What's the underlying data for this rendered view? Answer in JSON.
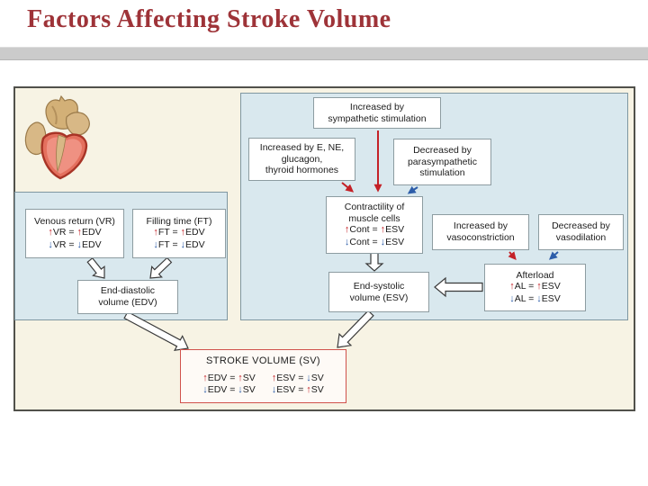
{
  "title": "Factors Affecting Stroke Volume",
  "colors": {
    "title_text": "#9e3338",
    "increase_arrow": "#c42127",
    "decrease_arrow": "#2d5da9",
    "panel_fill": "#d9e8ee",
    "figure_background": "#f7f3e4",
    "stroke_volume_border": "#d0524c"
  },
  "boxes": {
    "sympathetic": {
      "label": "Increased by\nsympathetic stimulation"
    },
    "hormones": {
      "label": "Increased by E, NE,\nglucagon,\nthyroid hormones"
    },
    "parasympathetic": {
      "label": "Decreased by\nparasympathetic\nstimulation"
    },
    "vasoconstriction": {
      "label": "Increased by\nvasoconstriction"
    },
    "vasodilation": {
      "label": "Decreased by\nvasodilation"
    },
    "contractility": {
      "title": "Contractility of\nmuscle cells",
      "rows": [
        {
          "a1": "up",
          "t1": "Cont = ",
          "a2": "up",
          "t2": "ESV"
        },
        {
          "a1": "down",
          "t1": "Cont = ",
          "a2": "down",
          "t2": "ESV"
        }
      ]
    },
    "venous_return": {
      "title": "Venous return (VR)",
      "rows": [
        {
          "a1": "up",
          "t1": "VR = ",
          "a2": "up",
          "t2": "EDV"
        },
        {
          "a1": "down",
          "t1": "VR = ",
          "a2": "down",
          "t2": "EDV"
        }
      ]
    },
    "filling_time": {
      "title": "Filling time (FT)",
      "rows": [
        {
          "a1": "up",
          "t1": "FT = ",
          "a2": "up",
          "t2": "EDV"
        },
        {
          "a1": "down",
          "t1": "FT = ",
          "a2": "down",
          "t2": "EDV"
        }
      ]
    },
    "afterload": {
      "title": "Afterload",
      "rows": [
        {
          "a1": "up",
          "t1": "AL = ",
          "a2": "up",
          "t2": "ESV"
        },
        {
          "a1": "down",
          "t1": "AL = ",
          "a2": "down",
          "t2": "ESV"
        }
      ]
    },
    "edv": {
      "label": "End-diastolic\nvolume (EDV)"
    },
    "esv": {
      "label": "End-systolic\nvolume (ESV)"
    },
    "stroke_volume": {
      "title": "STROKE VOLUME (SV)",
      "rows": [
        {
          "a1": "up",
          "t1": "EDV = ",
          "a2": "up",
          "t2": "SV"
        },
        {
          "a1": "up",
          "t1": "ESV = ",
          "a2": "down",
          "t2": "SV"
        },
        {
          "a1": "down",
          "t1": "EDV = ",
          "a2": "down",
          "t2": "SV"
        },
        {
          "a1": "down",
          "t1": "ESV = ",
          "a2": "up",
          "t2": "SV"
        }
      ]
    }
  }
}
